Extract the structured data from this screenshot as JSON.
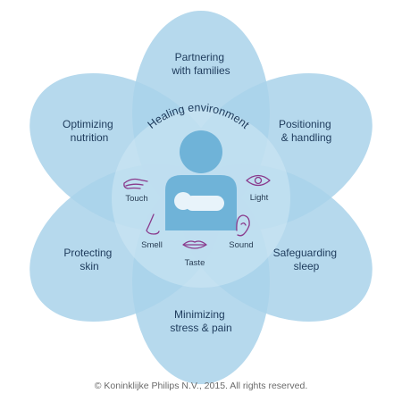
{
  "colors": {
    "petal": "#a9d2ea",
    "petal_overlap": "#86bfe0",
    "center_disc": "#cfe7f4",
    "figure": "#6fb3d8",
    "baby": "#e8f3fa",
    "icon": "#8a3a8c",
    "text": "#1e3b5c"
  },
  "petals": [
    {
      "id": "top",
      "lines": [
        "Partnering",
        "with families"
      ]
    },
    {
      "id": "upper-right",
      "lines": [
        "Positioning",
        "& handling"
      ]
    },
    {
      "id": "lower-right",
      "lines": [
        "Safeguarding",
        "sleep"
      ]
    },
    {
      "id": "bottom",
      "lines": [
        "Minimizing",
        "stress & pain"
      ]
    },
    {
      "id": "lower-left",
      "lines": [
        "Protecting",
        "skin"
      ]
    },
    {
      "id": "upper-left",
      "lines": [
        "Optimizing",
        "nutrition"
      ]
    }
  ],
  "center": {
    "ring_label": "Healing environment",
    "senses": [
      {
        "id": "touch",
        "label": "Touch",
        "icon": "hand-icon"
      },
      {
        "id": "light",
        "label": "Light",
        "icon": "eye-icon"
      },
      {
        "id": "smell",
        "label": "Smell",
        "icon": "nose-icon"
      },
      {
        "id": "sound",
        "label": "Sound",
        "icon": "ear-icon"
      },
      {
        "id": "taste",
        "label": "Taste",
        "icon": "lips-icon"
      }
    ]
  },
  "footer": {
    "copyright": "© Koninklijke Philips N.V., 2015. All rights reserved."
  }
}
